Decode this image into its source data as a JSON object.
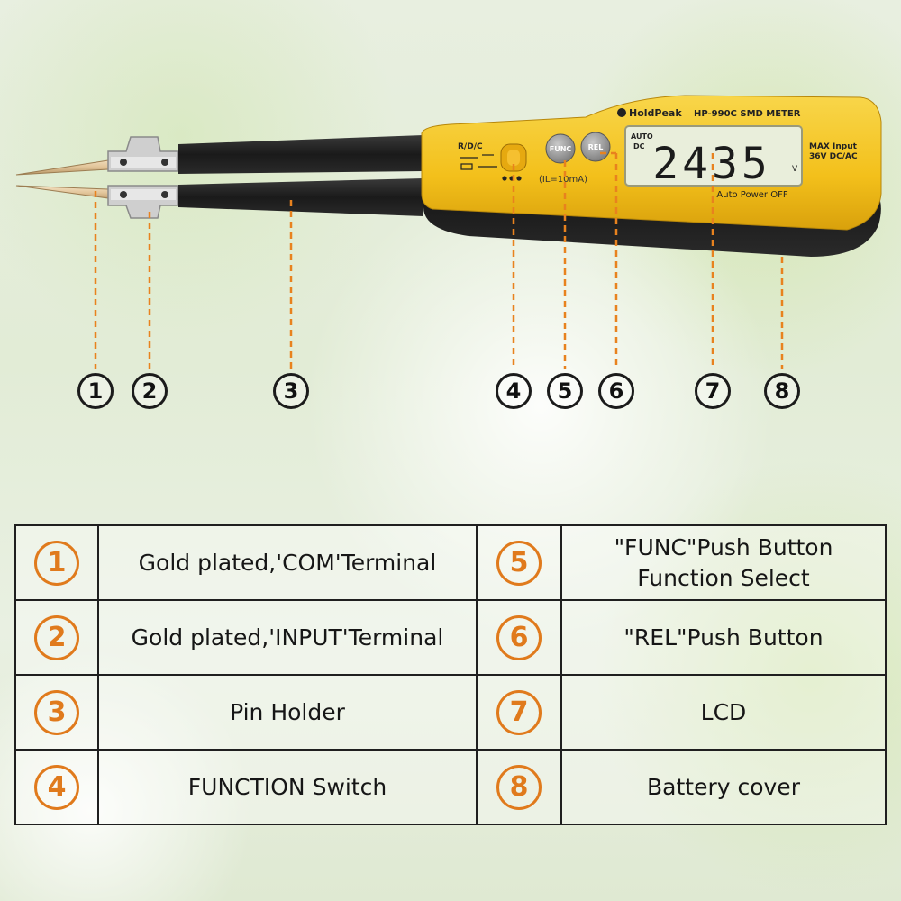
{
  "device": {
    "brand": "HoldPeak",
    "model": "HP-990C SMD METER",
    "switch_label": "R/D/C",
    "func_button": "FUNC",
    "rel_button": "REL",
    "current_note": "(IL=10mA)",
    "lcd": {
      "auto": "AUTO",
      "dc": "DC",
      "reading": "2435",
      "unit": "V",
      "footer": "Auto Power OFF"
    },
    "max_input_line1": "MAX Input",
    "max_input_line2": "36V DC/AC"
  },
  "callouts": [
    "1",
    "2",
    "3",
    "4",
    "5",
    "6",
    "7",
    "8"
  ],
  "legend": {
    "rows": [
      {
        "left": {
          "num": "1",
          "lines": [
            "Gold plated,'COM'Terminal"
          ]
        },
        "right": {
          "num": "5",
          "lines": [
            "\"FUNC\"Push Button",
            "Function Select"
          ]
        }
      },
      {
        "left": {
          "num": "2",
          "lines": [
            "Gold plated,'INPUT'Terminal"
          ]
        },
        "right": {
          "num": "6",
          "lines": [
            "\"REL\"Push Button"
          ]
        }
      },
      {
        "left": {
          "num": "3",
          "lines": [
            "Pin Holder"
          ]
        },
        "right": {
          "num": "7",
          "lines": [
            "LCD"
          ]
        }
      },
      {
        "left": {
          "num": "4",
          "lines": [
            "FUNCTION Switch"
          ]
        },
        "right": {
          "num": "8",
          "lines": [
            "Battery cover"
          ]
        }
      }
    ]
  },
  "colors": {
    "body_yellow": "#f6c521",
    "grip_black": "#1c1c1c",
    "lcd_green": "#e9eedb",
    "accent_orange": "#e07a1c",
    "leader_orange": "#e8821e"
  }
}
